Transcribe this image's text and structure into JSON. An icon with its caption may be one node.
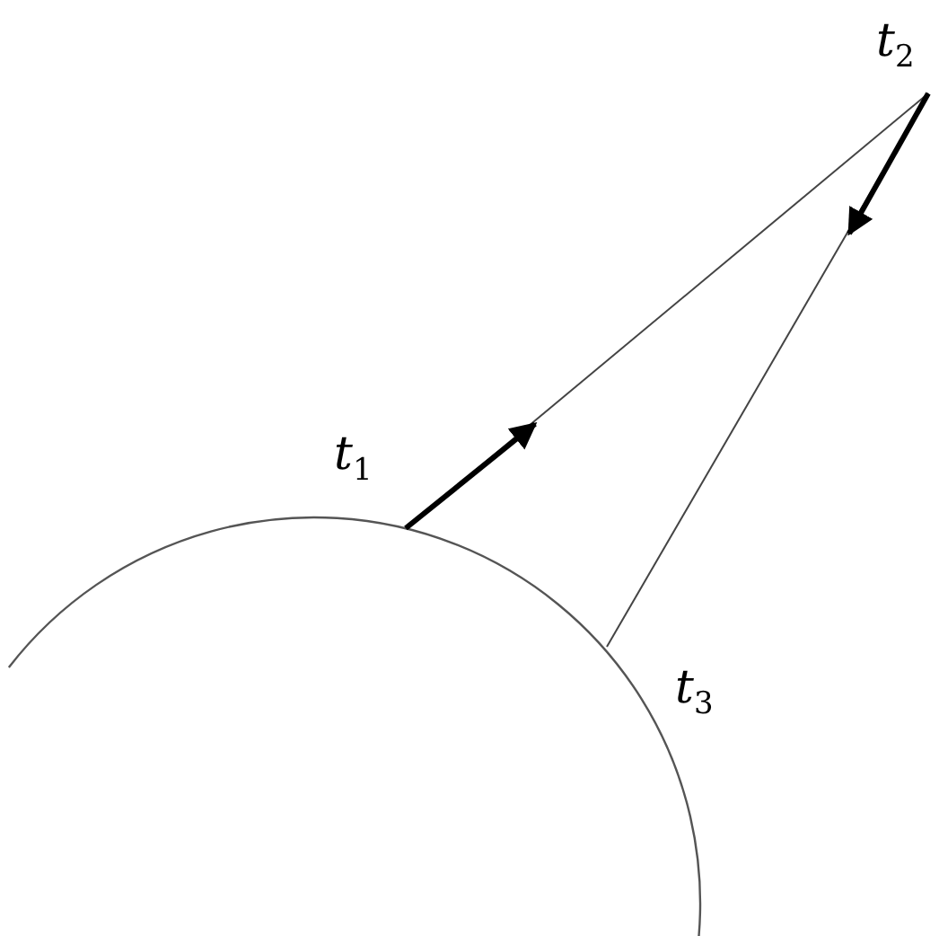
{
  "diagram": {
    "nodes": [
      {
        "text": [
          "t$_{1}$"
        ]
      },
      {
        "text": [
          "t$_{2}$"
        ]
      },
      {
        "text": [
          "t$_{3}$"
        ]
      }
    ],
    "edges": [
      {
        "from": 0,
        "to": 1,
        "arrow": "none"
      },
      {
        "from": 1,
        "to": 2,
        "arrow": "none"
      }
    ]
  }
}
